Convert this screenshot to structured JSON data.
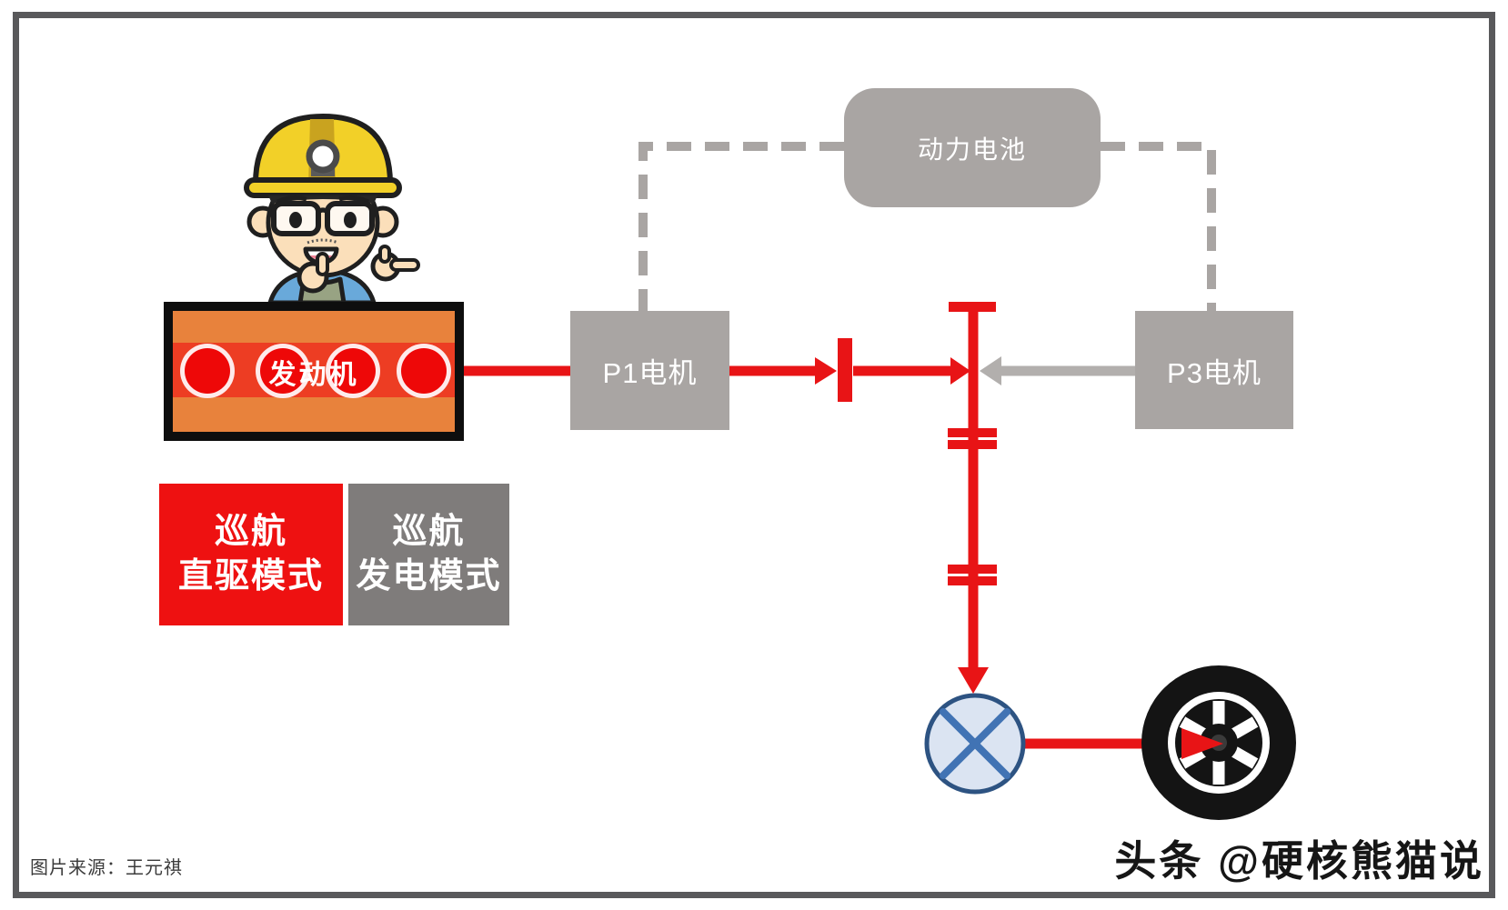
{
  "diagram": {
    "nodes": {
      "engine": {
        "label": "发动机"
      },
      "battery": {
        "label": "动力电池"
      },
      "p1_motor": {
        "label": "P1电机"
      },
      "p3_motor": {
        "label": "P3电机"
      }
    },
    "modes": [
      {
        "line1": "巡航",
        "line2": "直驱模式",
        "state": "active"
      },
      {
        "line1": "巡航",
        "line2": "发电模式",
        "state": "inactive"
      }
    ],
    "source_credit": "图片来源：王元祺",
    "watermark": "头条 @硬核熊猫说",
    "icons": {
      "wheel": "wheel-icon",
      "differential": "differential-icon",
      "character": "worker-character",
      "clutch": "clutch-symbol",
      "gear_pairs": "gear-pair-symbol"
    },
    "colors": {
      "red": "#e81416",
      "engine_orange": "#e8823c",
      "engine_stripe": "#ed3d23",
      "engine_circle": "#ee0808",
      "mode_red": "#ee1111",
      "box_gray": "#a9a5a3",
      "mode_gray": "#7f7c7b",
      "arrow_gray": "#b2afad",
      "frame_border": "#59595b",
      "diff_fill": "#dbe4f2",
      "diff_stroke": "#2d5382",
      "diff_cross": "#4173b4",
      "helmet_yellow": "#f2d028",
      "wheel_black": "#141414"
    }
  }
}
